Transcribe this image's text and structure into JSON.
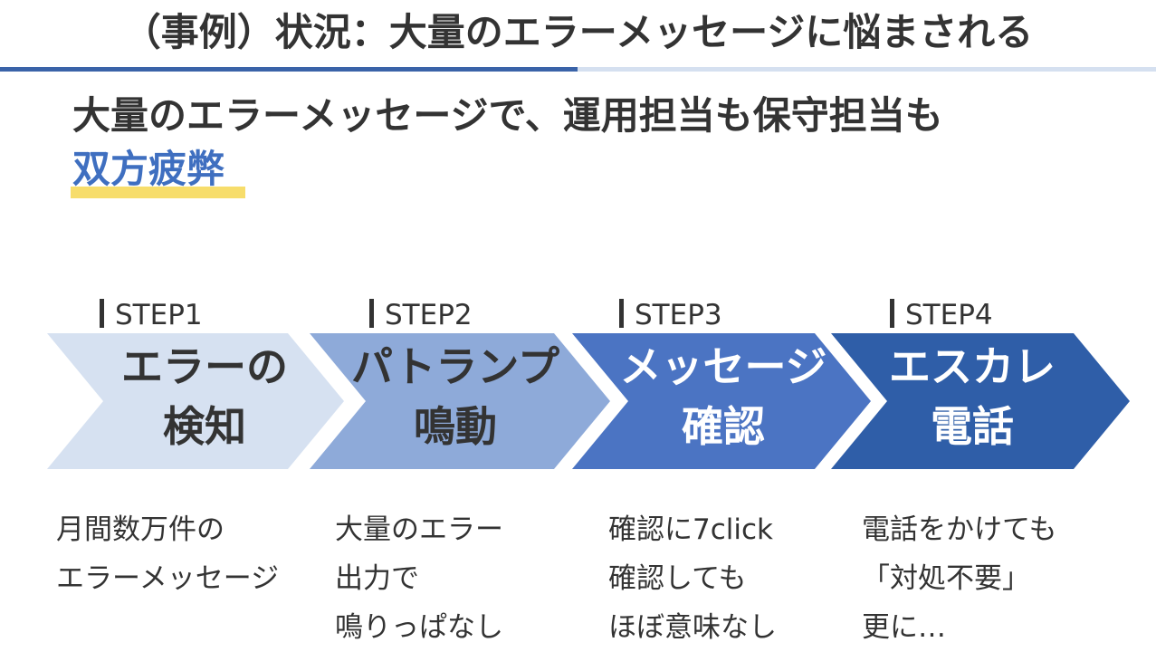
{
  "title": "（事例）状況：大量のエラーメッセージに悩まされる",
  "headline": "大量のエラーメッセージで、運用担当も保守担当も",
  "highlight": "双方疲弊",
  "steps": [
    {
      "label": "STEP1",
      "name_line1": "エラーの",
      "name_line2": "検知",
      "fill": "#d6e1f1",
      "text_color": "#333333",
      "desc": [
        "月間数万件の",
        "エラーメッセージ"
      ]
    },
    {
      "label": "STEP2",
      "name_line1": "パトランプ",
      "name_line2": "鳴動",
      "fill": "#8eaad9",
      "text_color": "#333333",
      "desc": [
        "大量のエラー",
        "出力で",
        "鳴りっぱなし"
      ]
    },
    {
      "label": "STEP3",
      "name_line1": "メッセージ",
      "name_line2": "確認",
      "fill": "#4b74c3",
      "text_color": "#ffffff",
      "desc": [
        "確認に7click",
        "確認しても",
        "ほぼ意味なし"
      ]
    },
    {
      "label": "STEP4",
      "name_line1": "エスカレ",
      "name_line2": "電話",
      "fill": "#2f5ea8",
      "text_color": "#ffffff",
      "desc": [
        "電話をかけても",
        "「対処不要」",
        "更に…"
      ]
    }
  ],
  "colors": {
    "rule_dark": "#3a63a8",
    "rule_light": "#d5e0f0",
    "highlight_text": "#3f6fc0",
    "highlight_marker": "#f7dd6b"
  }
}
